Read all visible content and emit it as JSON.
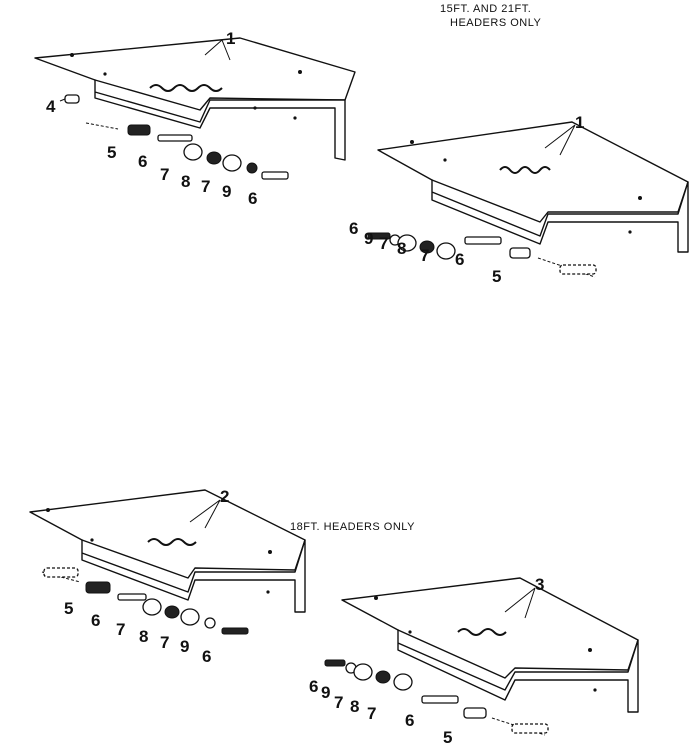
{
  "notes": {
    "top_right_line1": "15FT. AND 21FT.",
    "top_right_line2": "HEADERS ONLY",
    "middle": "18FT. HEADERS ONLY"
  },
  "callouts": {
    "c1a": "1",
    "c1b": "1",
    "c2": "2",
    "c3": "3",
    "c4": "4",
    "tl_5": "5",
    "tl_6a": "6",
    "tl_7a": "7",
    "tl_8": "8",
    "tl_7b": "7",
    "tl_9": "9",
    "tl_6b": "6",
    "tr_6a": "6",
    "tr_9": "9",
    "tr_7a": "7",
    "tr_8": "8",
    "tr_7b": "7",
    "tr_6b": "6",
    "tr_5": "5",
    "bl_5": "5",
    "bl_6a": "6",
    "bl_7a": "7",
    "bl_8": "8",
    "bl_7b": "7",
    "bl_9": "9",
    "bl_6b": "6",
    "br_6a": "6",
    "br_9": "9",
    "br_7a": "7",
    "br_8": "8",
    "br_7b": "7",
    "br_6b": "6",
    "br_5": "5"
  }
}
